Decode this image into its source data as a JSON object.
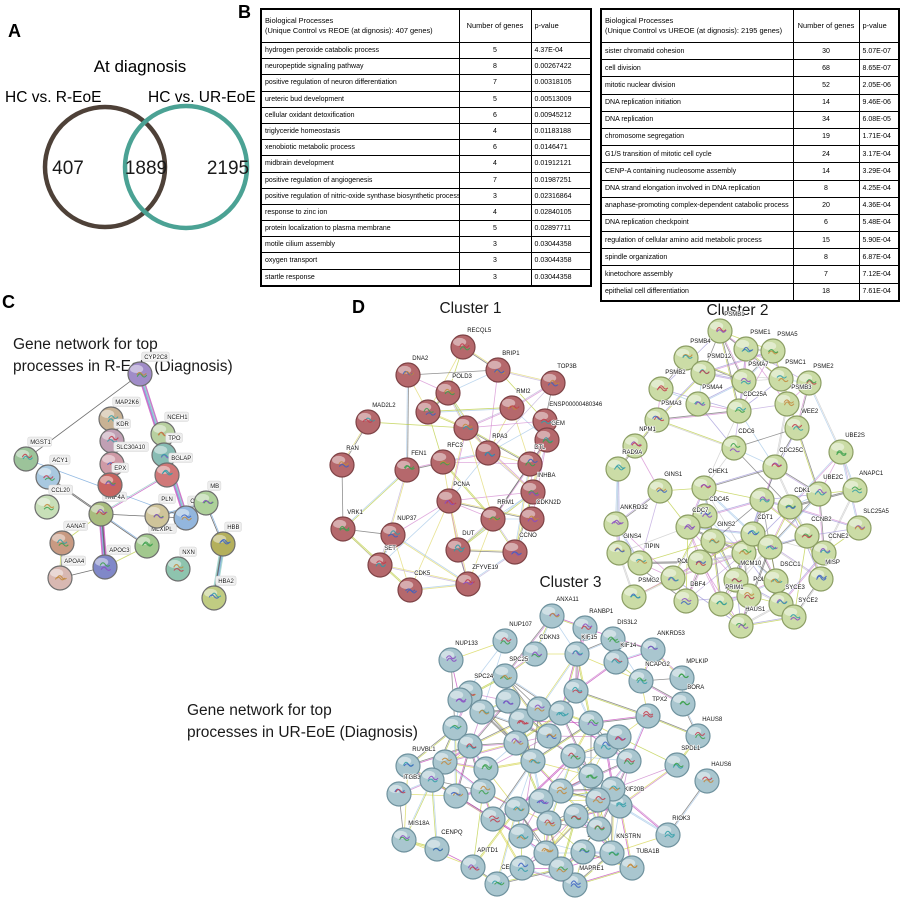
{
  "panels": {
    "a": "A",
    "b": "B",
    "c": "C",
    "d": "D"
  },
  "panel_a": {
    "title": "At diagnosis",
    "left_label": "HC vs. R-EoE",
    "right_label": "HC vs. UR-EoE",
    "left_value": "407",
    "overlap_value": "1889",
    "right_value": "2195",
    "left_color": "#4e4138",
    "right_color": "#4ba294"
  },
  "tables": [
    {
      "header": {
        "line1": "Biological Processes",
        "line2": "(Unique Control vs REOE (at dignosis): 407 genes)",
        "genes": "Number of genes",
        "pvalue": "p-value"
      },
      "rows": [
        [
          "hydrogen peroxide catabolic process",
          "5",
          "4.37E-04"
        ],
        [
          "neuropeptide signaling pathway",
          "8",
          "0.00267422"
        ],
        [
          "positive regulation of neuron differentiation",
          "7",
          "0.00318105"
        ],
        [
          "ureteric bud development",
          "5",
          "0.00513009"
        ],
        [
          "cellular oxidant detoxification",
          "6",
          "0.00945212"
        ],
        [
          "triglyceride homeostasis",
          "4",
          "0.01183188"
        ],
        [
          "xenobiotic metabolic process",
          "6",
          "0.0146471"
        ],
        [
          "midbrain development",
          "4",
          "0.01912121"
        ],
        [
          "positive regulation of angiogenesis",
          "7",
          "0.01987251"
        ],
        [
          "positive regulation of nitric-oxide synthase biosynthetic process",
          "3",
          "0.02316864"
        ],
        [
          "response to zinc ion",
          "4",
          "0.02840105"
        ],
        [
          "protein localization to plasma membrane",
          "5",
          "0.02897711"
        ],
        [
          "motile cilium assembly",
          "3",
          "0.03044358"
        ],
        [
          "oxygen transport",
          "3",
          "0.03044358"
        ],
        [
          "startle response",
          "3",
          "0.03044358"
        ]
      ]
    },
    {
      "header": {
        "line1": "Biological Processes",
        "line2": "(Unique Control vs UREOE (at dignosis): 2195 genes)",
        "genes": "Number of genes",
        "pvalue": "p-value"
      },
      "rows": [
        [
          "sister chromatid cohesion",
          "30",
          "5.07E-07"
        ],
        [
          "cell division",
          "68",
          "8.65E-07"
        ],
        [
          "mitotic nuclear division",
          "52",
          "2.05E-06"
        ],
        [
          "DNA replication initiation",
          "14",
          "9.46E-06"
        ],
        [
          "DNA replication",
          "34",
          "6.08E-05"
        ],
        [
          "chromosome segregation",
          "19",
          "1.71E-04"
        ],
        [
          "G1/S transition of mitotic cell cycle",
          "24",
          "3.17E-04"
        ],
        [
          "CENP-A containing nucleosome assembly",
          "14",
          "3.29E-04"
        ],
        [
          "DNA strand elongation involved in DNA replication",
          "8",
          "4.25E-04"
        ],
        [
          "anaphase-promoting complex-dependent catabolic process",
          "20",
          "4.36E-04"
        ],
        [
          "DNA replication checkpoint",
          "6",
          "5.48E-04"
        ],
        [
          "regulation of cellular amino acid metabolic process",
          "15",
          "5.90E-04"
        ],
        [
          "spindle organization",
          "8",
          "6.87E-04"
        ],
        [
          "kinetochore assembly",
          "7",
          "7.12E-04"
        ],
        [
          "epithelial cell differentiation",
          "18",
          "7.61E-04"
        ]
      ]
    }
  ],
  "panel_c": {
    "title_line1": "Gene network for top",
    "title_line2": "processes in R-EoE (Diagnosis)"
  },
  "panel_d": {
    "cluster1_label": "Cluster 1",
    "cluster2_label": "Cluster 2",
    "cluster3_label": "Cluster 3",
    "caption_line1": "Gene network for top",
    "caption_line2": "processes in UR-EoE (Diagnosis)"
  },
  "networks": [
    {
      "name": "reoe-gene-network",
      "r": 12,
      "stroke": "#6e6e6e",
      "label_bg": true,
      "seed": 11,
      "palette": [
        "#6aa0d8",
        "#3b3b3b",
        "#b9cc3c",
        "#c040b8",
        "#88c8c0"
      ],
      "nodes": [
        [
          "CYP2C8",
          140,
          374,
          "#a08cc8"
        ],
        [
          "MGST1",
          26,
          459,
          "#9cc39a"
        ],
        [
          "CYP2E1",
          186,
          518,
          "#93b6dd"
        ],
        [
          "ACY1",
          48,
          477,
          "#a8c8e0"
        ],
        [
          "CCL20",
          47,
          507,
          "#c8dfb8"
        ],
        [
          "AANAT",
          62,
          543,
          "#c89a82"
        ],
        [
          "APOA4",
          60,
          578,
          "#d8b8b2"
        ],
        [
          "HNF4A",
          101,
          514,
          "#a8bc7e"
        ],
        [
          "APOC3",
          105,
          567,
          "#8088c8"
        ],
        [
          "MLXIPL",
          147,
          546,
          "#a2c88e"
        ],
        [
          "PLN",
          157,
          516,
          "#cfc49a"
        ],
        [
          "NXN",
          178,
          569,
          "#8ec4ae"
        ],
        [
          "MAP2K6",
          111,
          419,
          "#c8b294"
        ],
        [
          "KDR",
          112,
          441,
          "#c0a0b4"
        ],
        [
          "SLC30A10",
          112,
          464,
          "#cf9aa6"
        ],
        [
          "EPX",
          110,
          485,
          "#c86460"
        ],
        [
          "NCEH1",
          163,
          434,
          "#b8d0a0"
        ],
        [
          "TPO",
          164,
          455,
          "#88bcb4"
        ],
        [
          "BGLAP",
          167,
          475,
          "#d07878"
        ],
        [
          "MB",
          206,
          503,
          "#aed09a"
        ],
        [
          "HBB",
          223,
          544,
          "#b4b05c"
        ],
        [
          "HBA2",
          214,
          598,
          "#c0cc82"
        ]
      ],
      "edges": [
        [
          1,
          0,
          1
        ],
        [
          1,
          2,
          1
        ],
        [
          0,
          2,
          2
        ],
        [
          2,
          7,
          1
        ],
        [
          3,
          7,
          1
        ],
        [
          7,
          5,
          1
        ],
        [
          5,
          6,
          1
        ],
        [
          7,
          8,
          2
        ],
        [
          7,
          9,
          1
        ],
        [
          8,
          9,
          1
        ],
        [
          8,
          6,
          1
        ],
        [
          7,
          18,
          1
        ],
        [
          10,
          19,
          1
        ],
        [
          19,
          20,
          1
        ],
        [
          20,
          21,
          2
        ]
      ]
    },
    {
      "name": "cluster1-network",
      "r": 12,
      "fill": "#b5686c",
      "stroke": "#7e4346",
      "maxDist": 100,
      "p": 0.45,
      "seed": 5,
      "palette": [
        "#a6c8e8",
        "#d48ad0",
        "#b9cc3c",
        "#666666",
        "#c0b0d8",
        "#e0d86a"
      ],
      "nodes": [
        [
          "RECQL5",
          463,
          347
        ],
        [
          "BRIP1",
          498,
          370
        ],
        [
          "DNA2",
          408,
          375
        ],
        [
          "POLD3",
          448,
          393
        ],
        [
          "RMI2",
          512,
          408
        ],
        [
          "TOP3B",
          553,
          383
        ],
        [
          "ENSP00000480346",
          545,
          421
        ],
        [
          "GEM",
          547,
          440
        ],
        [
          "DTL",
          530,
          464
        ],
        [
          "MAD2L2",
          368,
          422
        ],
        [
          "RAN",
          342,
          465
        ],
        [
          "FEN1",
          407,
          470
        ],
        [
          "RFC3",
          443,
          462
        ],
        [
          "RPA3",
          488,
          453
        ],
        [
          "INHBA",
          533,
          492
        ],
        [
          "PCNA",
          449,
          501
        ],
        [
          "RRM1",
          493,
          519
        ],
        [
          "CDKN2D",
          532,
          519
        ],
        [
          "VRK1",
          343,
          529
        ],
        [
          "NUP37",
          393,
          535
        ],
        [
          "DUT",
          458,
          550
        ],
        [
          "CCNO",
          515,
          552
        ],
        [
          "SET",
          380,
          565
        ],
        [
          "CDK5",
          410,
          590
        ],
        [
          "ZFYVE19",
          468,
          584
        ],
        [
          "",
          428,
          412
        ],
        [
          "",
          466,
          428
        ]
      ]
    },
    {
      "name": "cluster2-network",
      "r": 12,
      "fill": "#cbdca6",
      "stroke": "#8c9e64",
      "maxDist": 85,
      "p": 0.45,
      "seed": 9,
      "palette": [
        "#9f96d8",
        "#b9a0dc",
        "#b9cc3c",
        "#6a6a6a",
        "#a6c8e8",
        "#d48ad0",
        "#c8c8c8"
      ],
      "nodes": [
        [
          "PSMB1",
          720,
          331
        ],
        [
          "PSME1",
          746,
          349
        ],
        [
          "PSMA5",
          773,
          351
        ],
        [
          "PSMB4",
          686,
          358
        ],
        [
          "PSMD12",
          703,
          373
        ],
        [
          "PSMA7",
          744,
          381
        ],
        [
          "PSMC1",
          781,
          379
        ],
        [
          "PSME2",
          809,
          383
        ],
        [
          "PSMB2",
          661,
          389
        ],
        [
          "PSMA4",
          698,
          404
        ],
        [
          "CDC25A",
          739,
          411
        ],
        [
          "PSMB3",
          787,
          404
        ],
        [
          "PSMA3",
          657,
          420
        ],
        [
          "WEE2",
          797,
          428
        ],
        [
          "NPM1",
          635,
          446
        ],
        [
          "CDC6",
          734,
          448
        ],
        [
          "UBE2S",
          841,
          452
        ],
        [
          "RAD9A",
          618,
          469
        ],
        [
          "CDC25C",
          775,
          467
        ],
        [
          "GINS1",
          660,
          491
        ],
        [
          "CHEK1",
          704,
          488
        ],
        [
          "ANAPC1",
          855,
          490
        ],
        [
          "UBE2C",
          819,
          494
        ],
        [
          "CDK1",
          790,
          507
        ],
        [
          "CDC45",
          705,
          516
        ],
        [
          "CDC7",
          688,
          527
        ],
        [
          "GINS2",
          713,
          541
        ],
        [
          "MCM4",
          744,
          553
        ],
        [
          "CDT1",
          753,
          534
        ],
        [
          "CCNB2",
          807,
          536
        ],
        [
          "SLC25A5",
          859,
          528
        ],
        [
          "CCNE2",
          824,
          553
        ],
        [
          "ANKRD32",
          616,
          524
        ],
        [
          "GINS4",
          619,
          553
        ],
        [
          "TIPIN",
          640,
          563
        ],
        [
          "POLA1",
          673,
          578
        ],
        [
          "MCM10",
          736,
          580
        ],
        [
          "POLE2",
          749,
          596
        ],
        [
          "PRIM1",
          721,
          604
        ],
        [
          "DBF4",
          686,
          601
        ],
        [
          "PSMG2",
          634,
          597
        ],
        [
          "DSCC1",
          776,
          581
        ],
        [
          "MISP",
          821,
          579
        ],
        [
          "SYCE3",
          781,
          604
        ],
        [
          "SYCE2",
          794,
          617
        ],
        [
          "HAUS1",
          741,
          626
        ],
        [
          "",
          762,
          500
        ],
        [
          "",
          770,
          547
        ],
        [
          "",
          700,
          562
        ]
      ]
    },
    {
      "name": "cluster3-network",
      "r": 12,
      "fill": "#a9c6cf",
      "stroke": "#6f929e",
      "maxDist": 78,
      "p": 0.42,
      "seed": 13,
      "palette": [
        "#b9cc3c",
        "#c040b8",
        "#d4d44a",
        "#666666",
        "#a6c8e8",
        "#c878c8"
      ],
      "nodes": [
        [
          "ANXA11",
          552,
          616
        ],
        [
          "RANBP1",
          585,
          628
        ],
        [
          "NUP107",
          505,
          641
        ],
        [
          "DIS3L2",
          613,
          639
        ],
        [
          "NUP133",
          451,
          660
        ],
        [
          "CDKN3",
          535,
          654
        ],
        [
          "KIF15",
          577,
          654
        ],
        [
          "ANKRD53",
          653,
          650
        ],
        [
          "KIF14",
          616,
          662
        ],
        [
          "NCAPG2",
          641,
          681
        ],
        [
          "MPLKIP",
          682,
          678
        ],
        [
          "BORA",
          683,
          704
        ],
        [
          "HAUS8",
          698,
          736
        ],
        [
          "SPDL1",
          677,
          765
        ],
        [
          "HAUS6",
          707,
          781
        ],
        [
          "TPX2",
          648,
          716
        ],
        [
          "RUVBL1",
          408,
          766
        ],
        [
          "ITGB3BP",
          399,
          794
        ],
        [
          "MIS18A",
          404,
          840
        ],
        [
          "CENPQ",
          437,
          849
        ],
        [
          "APITD1",
          473,
          867
        ],
        [
          "CENPL",
          497,
          884
        ],
        [
          "MAPRE1",
          575,
          885
        ],
        [
          "TUBA1B",
          632,
          868
        ],
        [
          "KNSTRN",
          612,
          853
        ],
        [
          "SGOL1",
          583,
          852
        ],
        [
          "RIOK3",
          668,
          835
        ],
        [
          "KIF20B",
          620,
          806
        ],
        [
          "SPC25",
          505,
          676
        ],
        [
          "SPC24",
          470,
          693
        ],
        [
          "",
          460,
          700
        ],
        [
          "",
          482,
          712
        ],
        [
          "",
          455,
          728
        ],
        [
          "",
          470,
          746
        ],
        [
          "",
          445,
          762
        ],
        [
          "",
          486,
          769
        ],
        [
          "",
          432,
          780
        ],
        [
          "",
          456,
          796
        ],
        [
          "",
          483,
          791
        ],
        [
          "",
          508,
          701
        ],
        [
          "",
          521,
          721
        ],
        [
          "",
          539,
          709
        ],
        [
          "",
          516,
          743
        ],
        [
          "",
          533,
          761
        ],
        [
          "",
          549,
          736
        ],
        [
          "",
          561,
          713
        ],
        [
          "",
          576,
          691
        ],
        [
          "",
          591,
          723
        ],
        [
          "",
          606,
          746
        ],
        [
          "",
          573,
          756
        ],
        [
          "",
          619,
          737
        ],
        [
          "",
          629,
          761
        ],
        [
          "",
          591,
          776
        ],
        [
          "",
          613,
          789
        ],
        [
          "",
          561,
          791
        ],
        [
          "",
          541,
          801
        ],
        [
          "",
          517,
          809
        ],
        [
          "",
          493,
          819
        ],
        [
          "",
          521,
          836
        ],
        [
          "",
          549,
          823
        ],
        [
          "",
          576,
          816
        ],
        [
          "",
          599,
          829
        ],
        [
          "",
          546,
          853
        ],
        [
          "",
          522,
          868
        ],
        [
          "",
          561,
          869
        ],
        [
          "",
          598,
          800
        ]
      ]
    }
  ]
}
